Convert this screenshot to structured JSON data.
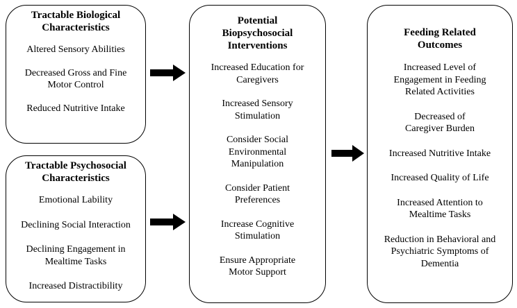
{
  "biological": {
    "title": "Tractable Biological Characteristics",
    "items": [
      "Altered Sensory Abilities",
      "Decreased Gross and Fine Motor Control",
      "Reduced Nutritive Intake"
    ]
  },
  "psychosocial": {
    "title": "Tractable Psychosocial Characteristics",
    "items": [
      "Emotional Lability",
      "Declining Social Interaction",
      "Declining Engagement in Mealtime Tasks",
      "Increased Distractibility"
    ]
  },
  "interventions": {
    "title": "Potential Biopsychosocial Interventions",
    "items": [
      "Increased Education for Caregivers",
      "Increased Sensory Stimulation",
      "Consider Social Environmental Manipulation",
      "Consider Patient Preferences",
      "Increase Cognitive Stimulation",
      "Ensure Appropriate Motor Support"
    ]
  },
  "outcomes": {
    "title": "Feeding Related Outcomes",
    "items": [
      "Increased Level of Engagement in Feeding Related Activities",
      "Decreased of Caregiver Burden",
      "Increased Nutritive Intake",
      "Increased Quality of Life",
      "Increased Attention to Mealtime Tasks",
      "Reduction in Behavioral and Psychiatric Symptoms of Dementia"
    ]
  }
}
